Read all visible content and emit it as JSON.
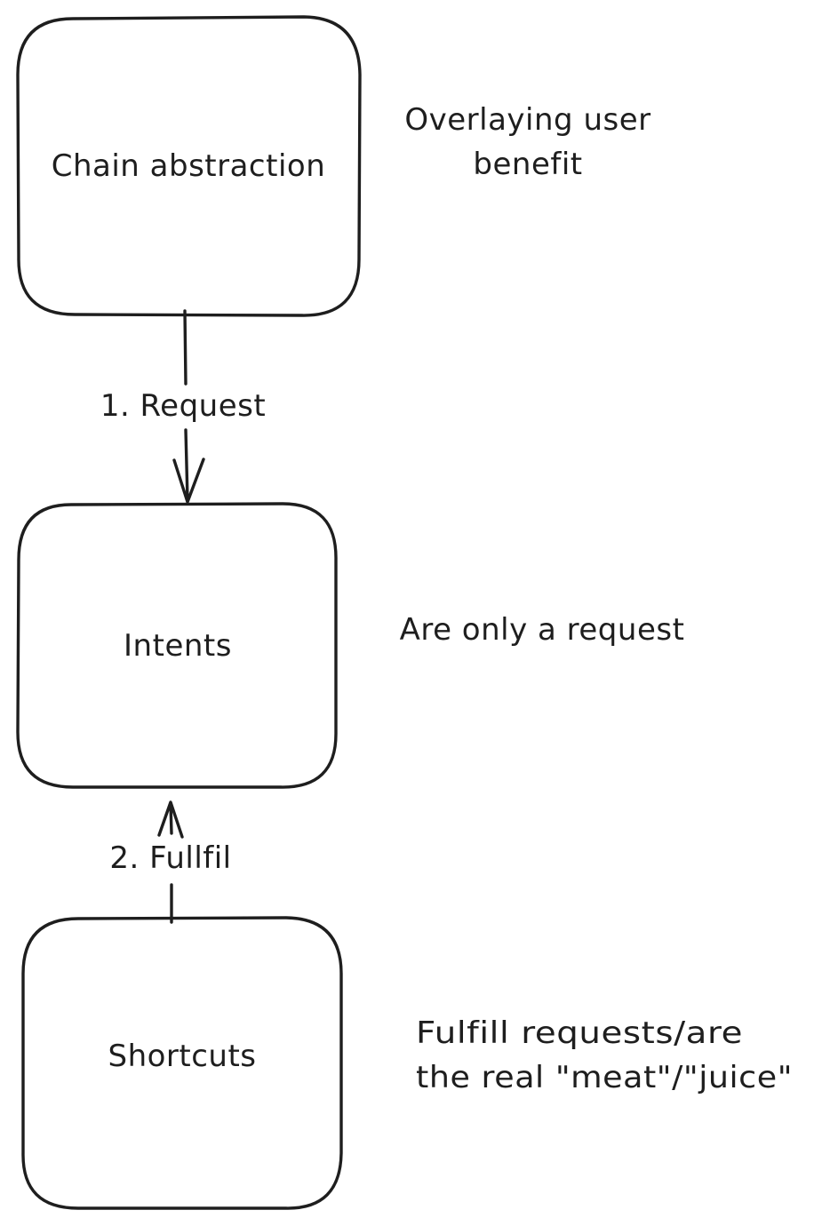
{
  "colors": {
    "background": "#ffffff",
    "stroke": "#1e1e1e",
    "text": "#1e1e1e"
  },
  "nodes": {
    "chain_abstraction": {
      "label": "Chain abstraction"
    },
    "intents": {
      "label": "Intents"
    },
    "shortcuts": {
      "label": "Shortcuts"
    }
  },
  "edges": {
    "request": {
      "label": "1. Request",
      "from": "Chain abstraction",
      "to": "Intents"
    },
    "fulfil": {
      "label": "2. Fullfil",
      "from": "Shortcuts",
      "to": "Intents"
    }
  },
  "notes": {
    "chain_abstraction": {
      "lines": [
        "Overlaying user",
        "benefit"
      ]
    },
    "intents": {
      "lines": [
        "Are only a request"
      ]
    },
    "shortcuts": {
      "lines": [
        "Fulfill requests/are",
        "the real \"meat\"/\"juice\""
      ]
    }
  }
}
